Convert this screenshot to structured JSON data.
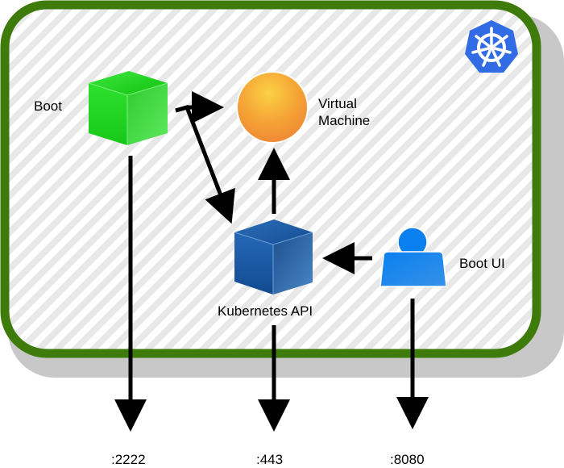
{
  "diagram": {
    "nodes": {
      "boot": {
        "label": "Boot",
        "color": "#33dd33"
      },
      "virtual_machine": {
        "label_line1": "Virtual",
        "label_line2": "Machine",
        "color": "#f5a030"
      },
      "kubernetes_api": {
        "label": "Kubernetes API",
        "color": "#1f5fa8"
      },
      "boot_ui": {
        "label": "Boot UI",
        "color": "#1a82e8"
      }
    },
    "ports": {
      "boot": ":2222",
      "kubernetes_api": ":443",
      "boot_ui": ":8080"
    },
    "container": {
      "border_color": "#3e7b0b",
      "shadow_color": "#c8c8c8"
    },
    "logo": {
      "icon": "kubernetes-helm-icon",
      "color": "#326ce5"
    },
    "edges": [
      {
        "from": "boot",
        "to": "virtual_machine"
      },
      {
        "from": "boot",
        "to": "kubernetes_api"
      },
      {
        "from": "kubernetes_api",
        "to": "virtual_machine"
      },
      {
        "from": "boot_ui",
        "to": "kubernetes_api"
      },
      {
        "from": "boot",
        "to": "port-2222"
      },
      {
        "from": "kubernetes_api",
        "to": "port-443"
      },
      {
        "from": "boot_ui",
        "to": "port-8080"
      }
    ]
  }
}
